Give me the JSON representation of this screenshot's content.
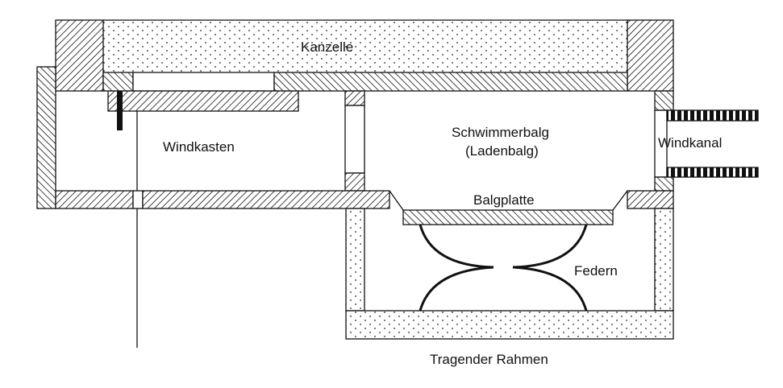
{
  "diagram": {
    "title": "Schwimmerbalg mit Windkasten",
    "labels": {
      "kanzelle": "Kanzelle",
      "windkasten": "Windkasten",
      "schwimmerbalg": "Schwimmerbalg",
      "ladenbalg": "(Ladenbalg)",
      "windkanal": "Windkanal",
      "balgplatte": "Balgplatte",
      "federn": "Federn",
      "tragender_rahmen": "Tragender Rahmen"
    },
    "colors": {
      "ink": "#111111",
      "background": "#ffffff"
    },
    "materials": {
      "wood_hatch": "diagonal hatching",
      "frame": "dotted fill",
      "duct": "striped tube"
    }
  }
}
